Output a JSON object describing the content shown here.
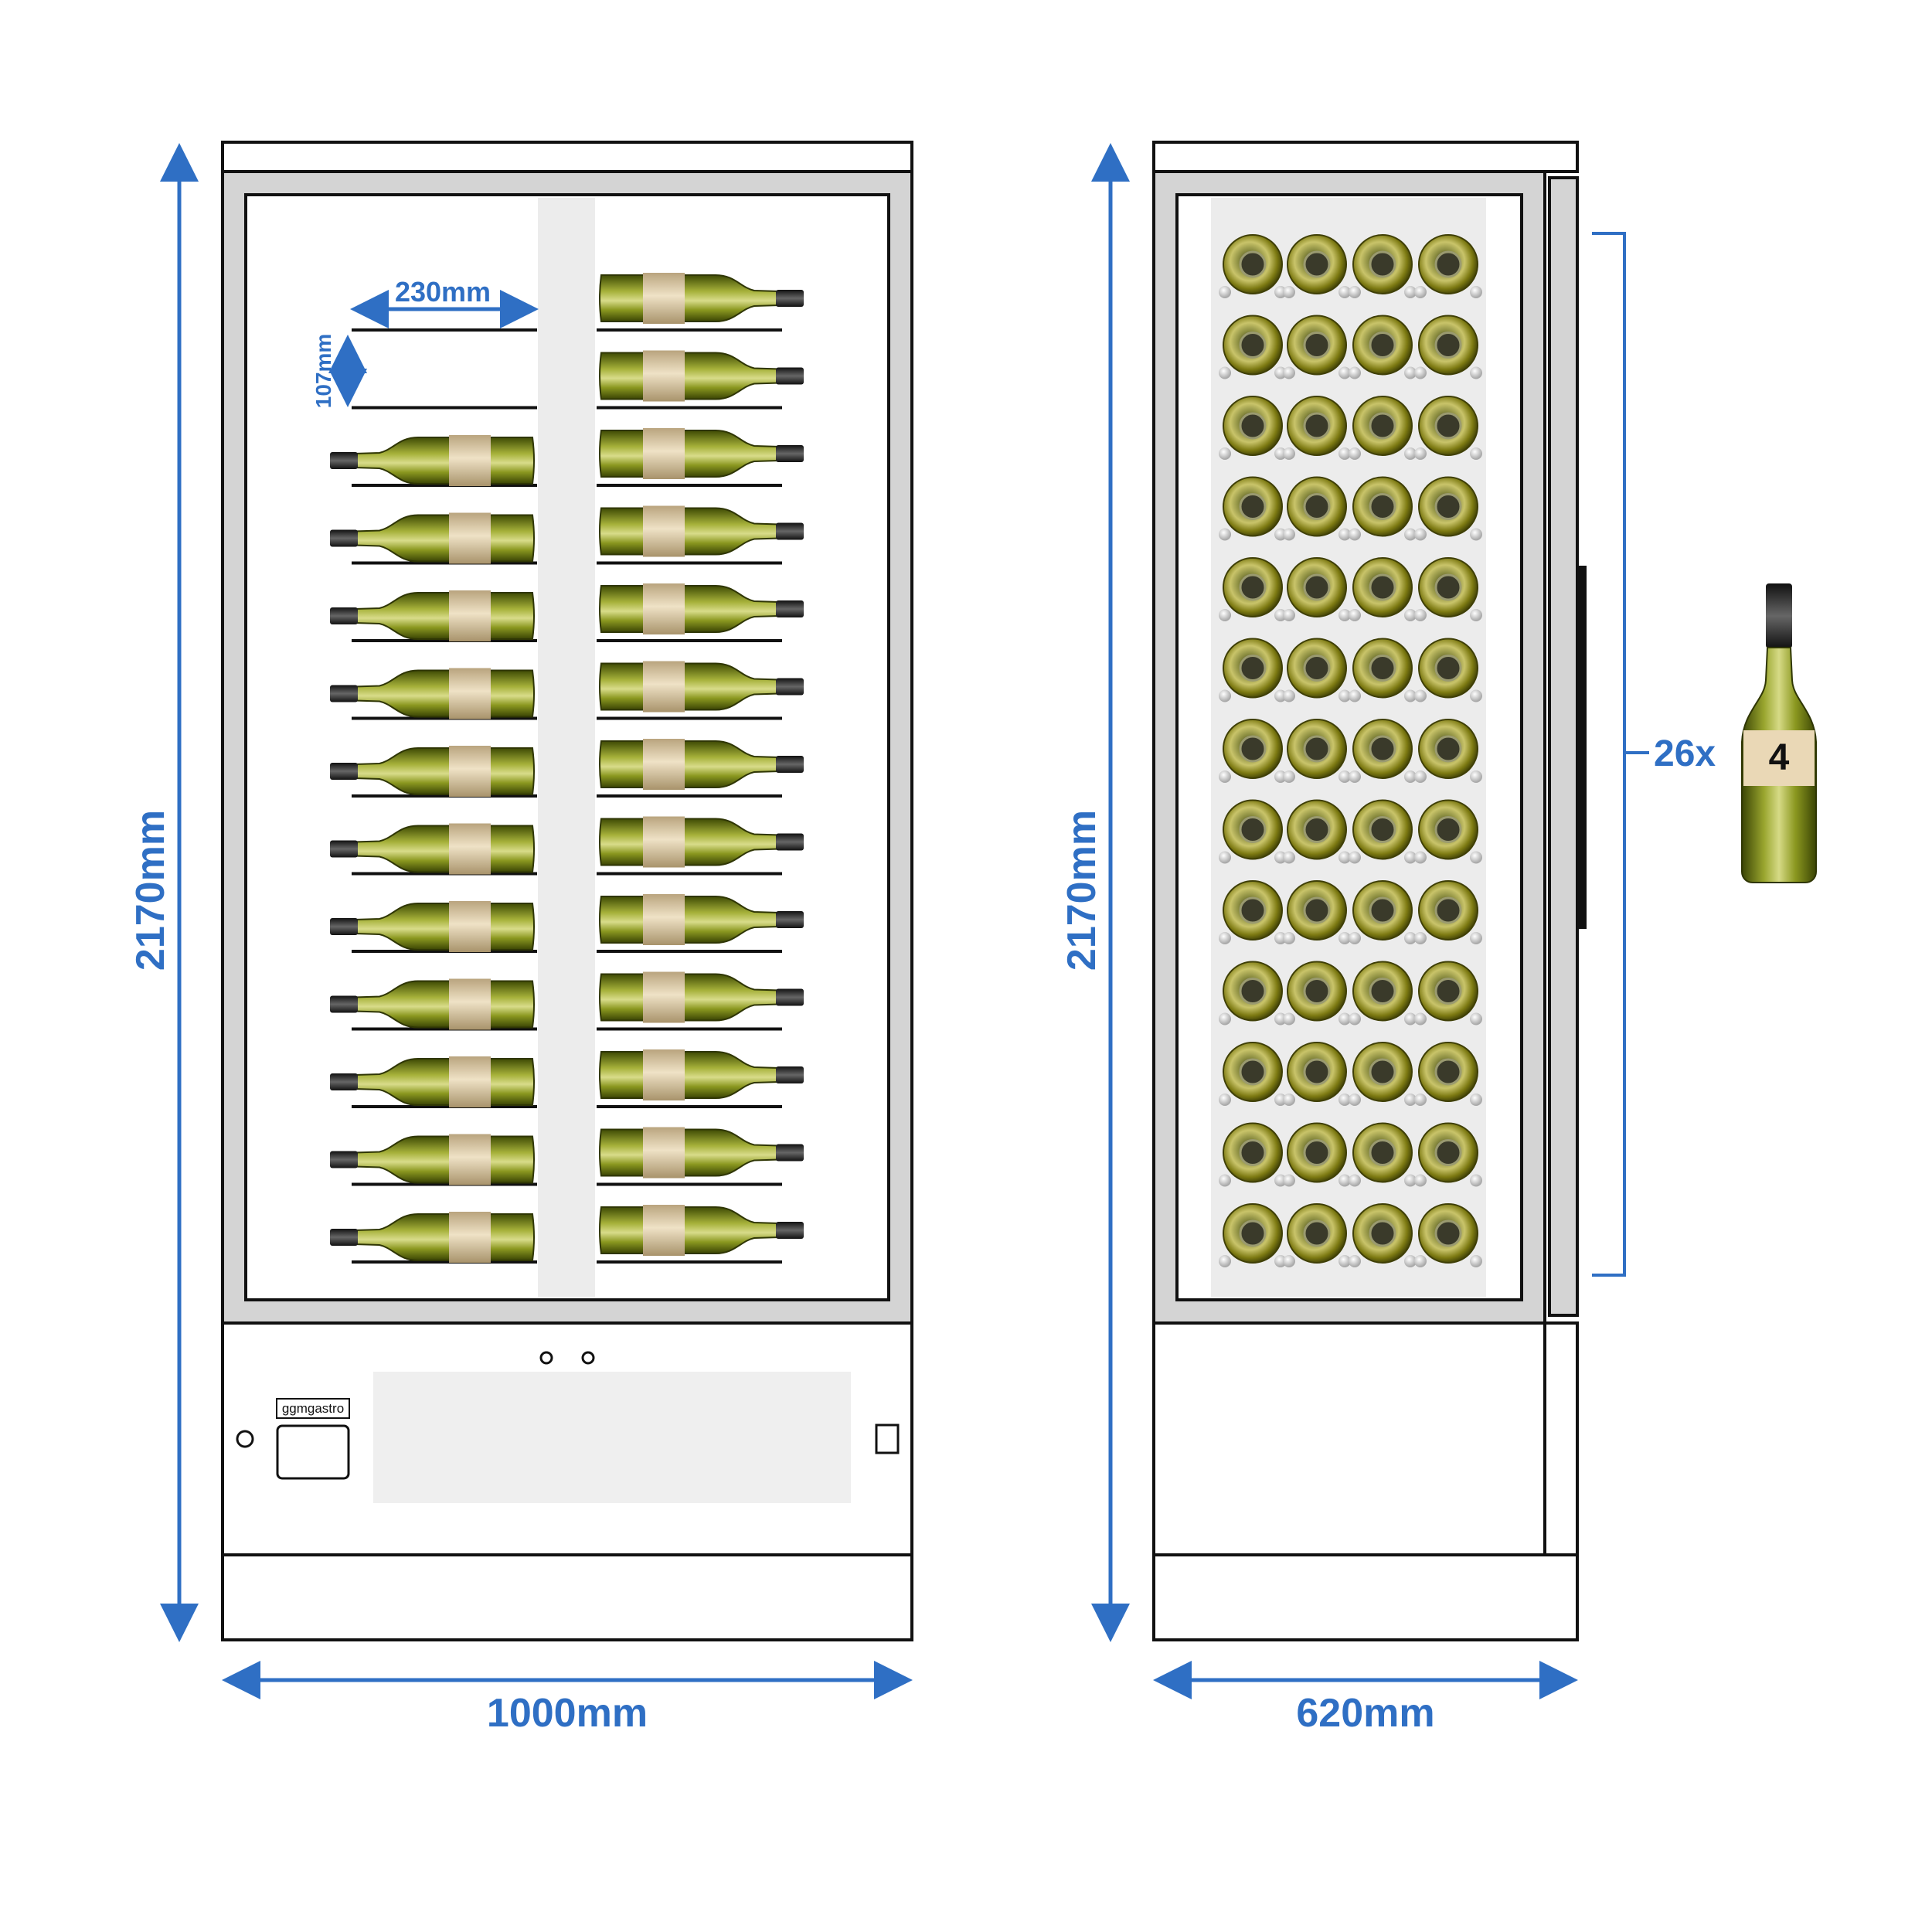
{
  "colors": {
    "dimension": "#2f6fc4",
    "outline": "#111111",
    "frame": "#d4d4d4",
    "panel": "#efefef",
    "bottle_glass": "#6e7a12",
    "bottle_label": "#e6d3b0",
    "bottle_cap": "#2a2a2a"
  },
  "front_view": {
    "width_label": "1000mm",
    "height_label": "2170mm",
    "shelf_width_label": "230mm",
    "shelf_spacing_label": "107mm",
    "brand_label": "ggmgastro",
    "left_column_bottles": 11,
    "right_column_bottles": 13
  },
  "side_view": {
    "width_label": "620mm",
    "height_label": "2170mm",
    "rows": 13,
    "columns": 4
  },
  "callout": {
    "count_label": "26x",
    "bottle_number": "4"
  }
}
